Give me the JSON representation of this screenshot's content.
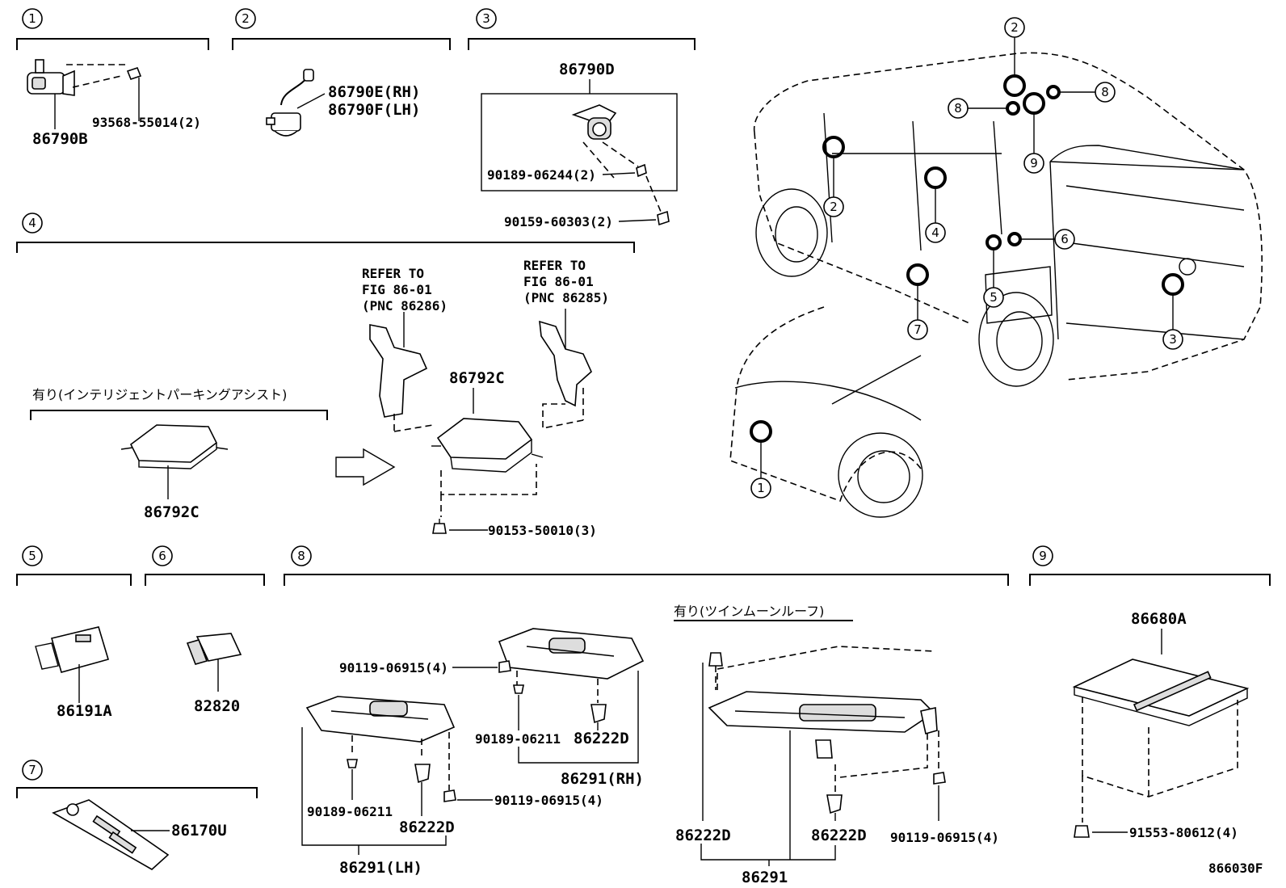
{
  "sections": {
    "s1": {
      "num": "1"
    },
    "s2": {
      "num": "2"
    },
    "s3": {
      "num": "3"
    },
    "s4": {
      "num": "4"
    },
    "s5": {
      "num": "5"
    },
    "s6": {
      "num": "6"
    },
    "s7": {
      "num": "7"
    },
    "s8": {
      "num": "8"
    },
    "s9": {
      "num": "9"
    }
  },
  "parts": {
    "p86790B": "86790B",
    "p93568": "93568-55014(2)",
    "p86790E": "86790E(RH)",
    "p86790F": "86790F(LH)",
    "p86790D": "86790D",
    "p90189_06244": "90189-06244(2)",
    "p90159": "90159-60303(2)",
    "refer1_a": "REFER TO",
    "refer1_b": "FIG 86-01",
    "refer1_c": "(PNC 86286)",
    "refer2_a": "REFER TO",
    "refer2_b": "FIG 86-01",
    "refer2_c": "(PNC 86285)",
    "jp_parking": "有り(インテリジェントパーキングアシスト)",
    "p86792C_old": "86792C",
    "p86792C_new": "86792C",
    "p90153": "90153-50010(3)",
    "p86191A": "86191A",
    "p82820": "82820",
    "p86170U": "86170U",
    "jp_moonroof": "有り(ツインムーンルーフ)",
    "p90119_a": "90119-06915(4)",
    "p90189_06211_a": "90189-06211",
    "p86222D_a": "86222D",
    "p86291RH": "86291(RH)",
    "p90189_06211_b": "90189-06211",
    "p86222D_b": "86222D",
    "p90119_b": "90119-06915(4)",
    "p86291LH": "86291(LH)",
    "p86222D_c": "86222D",
    "p86222D_d": "86222D",
    "p90119_c": "90119-06915(4)",
    "p86291": "86291",
    "p86680A": "86680A",
    "p91553": "91553-80612(4)",
    "fig_code": "866030F"
  },
  "car_callouts": {
    "c1": "1",
    "c2a": "2",
    "c2b": "2",
    "c3": "3",
    "c4": "4",
    "c5": "5",
    "c6": "6",
    "c7": "7",
    "c8a": "8",
    "c8b": "8",
    "c9": "9"
  }
}
